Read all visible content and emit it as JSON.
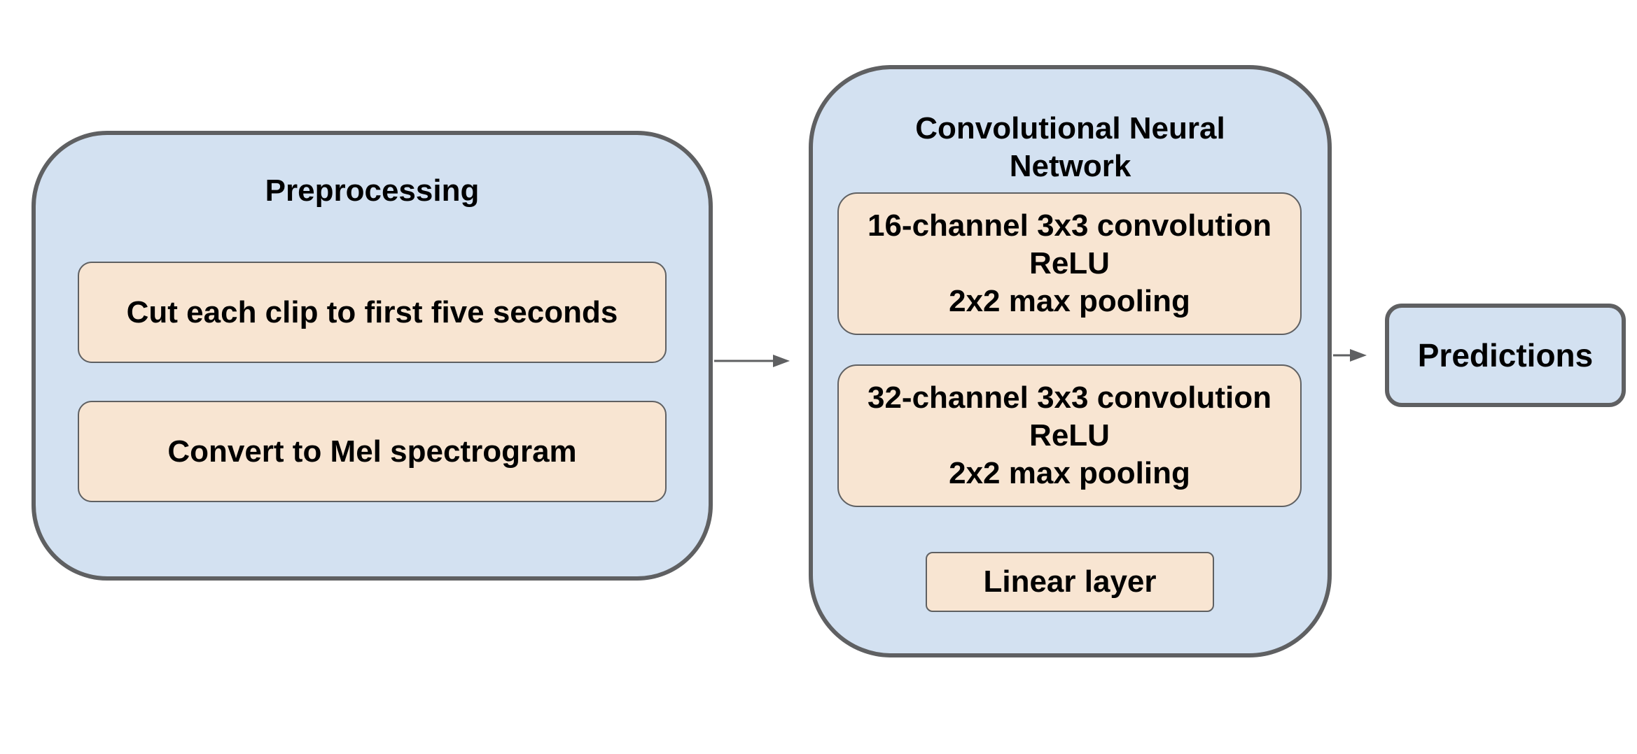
{
  "diagram": {
    "preprocessing": {
      "title": "Preprocessing",
      "steps": [
        "Cut each clip to first five seconds",
        "Convert to Mel spectrogram"
      ]
    },
    "cnn": {
      "title": "Convolutional Neural Network",
      "blocks": [
        {
          "lines": [
            "16-channel 3x3 convolution",
            "ReLU",
            "2x2 max pooling"
          ]
        },
        {
          "lines": [
            "32-channel 3x3 convolution",
            "ReLU",
            "2x2 max pooling"
          ]
        }
      ],
      "linear_label": "Linear layer"
    },
    "output": {
      "label": "Predictions"
    },
    "colors": {
      "container_fill": "#d3e1f1",
      "step_fill": "#f8e5d2",
      "border": "#5f6062",
      "arrow": "#5f6062"
    }
  }
}
